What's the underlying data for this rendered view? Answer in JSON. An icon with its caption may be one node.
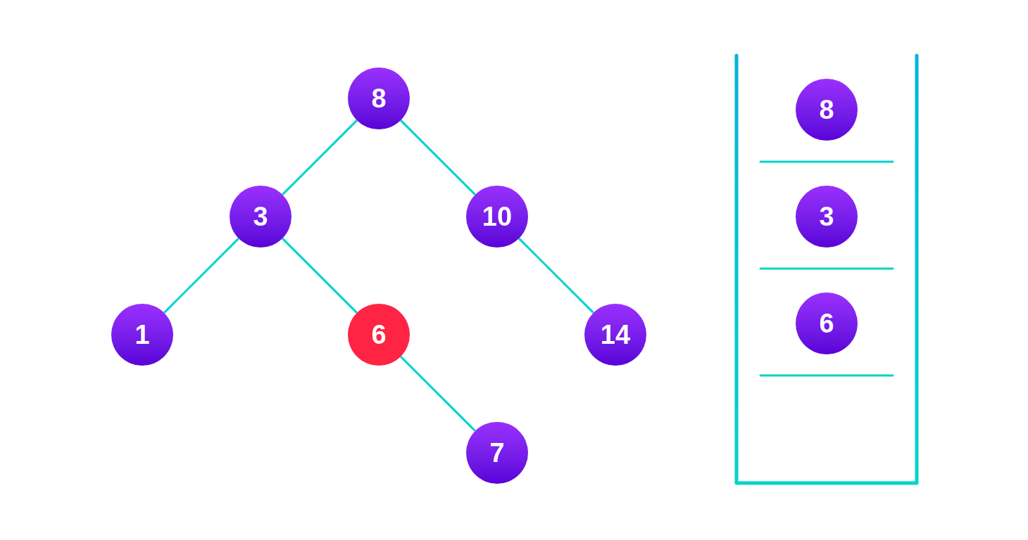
{
  "diagram": {
    "nodes": [
      {
        "text": [
          "8"
        ]
      },
      {
        "text": [
          "3"
        ]
      },
      {
        "text": [
          "10"
        ]
      },
      {
        "text": [
          "1"
        ]
      },
      {
        "text": [
          "6"
        ]
      },
      {
        "text": [
          "14"
        ]
      },
      {
        "text": [
          "7"
        ]
      },
      {
        "text": [],
        "shape": "box"
      },
      {
        "text": [
          "8"
        ],
        "in": 7
      },
      {
        "text": [
          "3"
        ],
        "in": 7
      },
      {
        "text": [
          "6"
        ],
        "in": 7
      }
    ],
    "edges": [
      {
        "from": 0,
        "to": 1,
        "arrow": "none"
      },
      {
        "from": 0,
        "to": 2,
        "arrow": "none"
      },
      {
        "from": 1,
        "to": 3,
        "arrow": "none"
      },
      {
        "from": 1,
        "to": 4,
        "arrow": "none"
      },
      {
        "from": 2,
        "to": 5,
        "arrow": "none"
      },
      {
        "from": 4,
        "to": 6,
        "arrow": "none"
      }
    ]
  }
}
